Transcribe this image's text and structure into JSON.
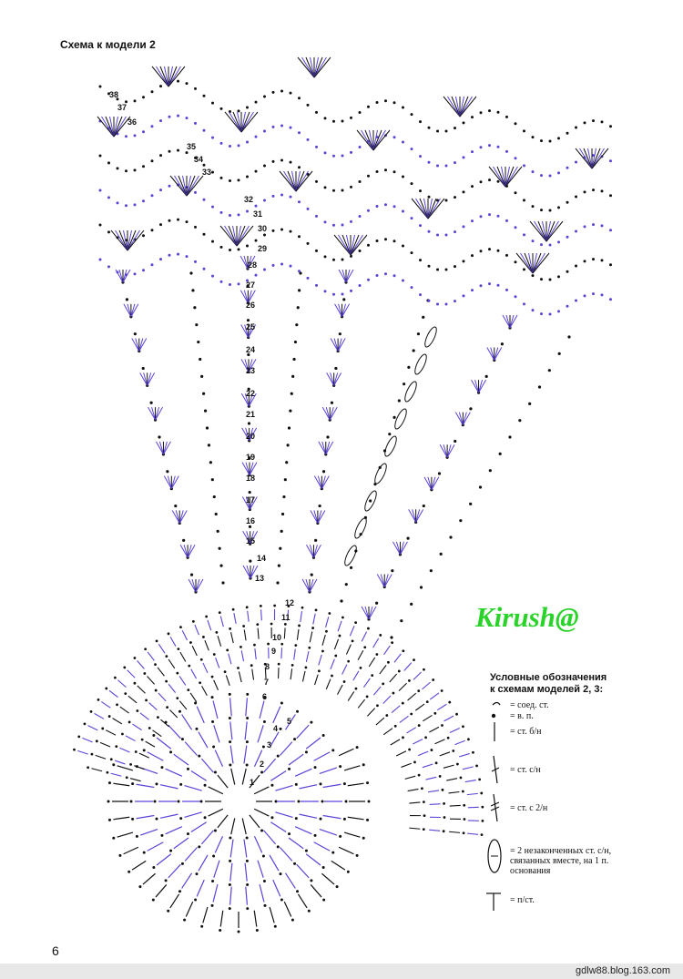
{
  "title": "Схема к модели 2",
  "watermark": "Kirush@",
  "page_number": "6",
  "footer": "gdlw88.blog.163.com",
  "colors": {
    "accent": "#5b43d6",
    "ink": "#111111",
    "watermark": "#2ad32a"
  },
  "row_numbers": [
    "1",
    "2",
    "3",
    "4",
    "5",
    "6",
    "7",
    "8",
    "9",
    "10",
    "11",
    "12",
    "13",
    "14",
    "15",
    "16",
    "17",
    "18",
    "19",
    "20",
    "21",
    "22",
    "23",
    "24",
    "25",
    "26",
    "27",
    "28",
    "29",
    "30",
    "31",
    "32",
    "33",
    "34",
    "35",
    "36",
    "37",
    "38"
  ],
  "legend": {
    "title_line1": "Условные обозначения",
    "title_line2": "к схемам моделей 2, 3:",
    "items": [
      {
        "symbol": "joining-stitch-icon",
        "label": "= соед. ст."
      },
      {
        "symbol": "chain-stitch-icon",
        "label": "= в. п."
      },
      {
        "symbol": "single-crochet-icon",
        "label": "= ст. б/н"
      },
      {
        "symbol": "double-crochet-icon",
        "label": "= ст. с/н"
      },
      {
        "symbol": "treble-crochet-icon",
        "label": "= ст. с 2/н"
      },
      {
        "symbol": "cluster-icon",
        "label_line1": "= 2 незаконченных  ст. с/н,",
        "label_line2": "связанных вместе, на 1 п.",
        "label_line3": "основания"
      },
      {
        "symbol": "half-double-icon",
        "label": "= п/ст."
      }
    ]
  }
}
